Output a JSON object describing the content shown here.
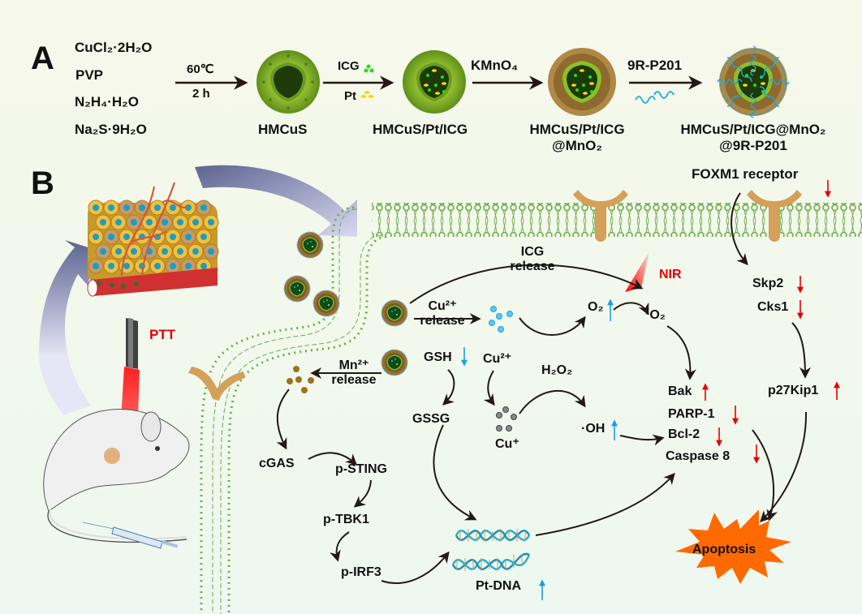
{
  "panels": {
    "a": "A",
    "b": "B"
  },
  "panel_a": {
    "reagents": [
      "CuCl₂·2H₂O",
      "PVP",
      "N₂H₄·H₂O",
      "Na₂S·9H₂O"
    ],
    "step1": {
      "top": "60℃",
      "bottom": "2 h"
    },
    "step2": {
      "top": "ICG",
      "bottom": "Pt"
    },
    "step3": {
      "top": "KMnO₄"
    },
    "step4": {
      "top": "9R-P201"
    },
    "products": [
      {
        "line1": "HMCuS",
        "line2": ""
      },
      {
        "line1": "HMCuS/Pt/ICG",
        "line2": ""
      },
      {
        "line1": "HMCuS/Pt/ICG",
        "line2": "@MnO₂"
      },
      {
        "line1": "HMCuS/Pt/ICG@MnO₂",
        "line2": "@9R-P201"
      }
    ]
  },
  "panel_b": {
    "ptt": "PTT",
    "foxm1": "FOXM1 receptor",
    "icg_release": {
      "line1": "ICG",
      "line2": "release"
    },
    "cu_release": {
      "line1": "Cu²⁺",
      "line2": "release"
    },
    "mn_release": {
      "line1": "Mn²⁺",
      "line2": "release"
    },
    "nir": "NIR",
    "o2": "O₂",
    "singlet_o2": "¹O₂",
    "gsh": "GSH",
    "gssg": "GSSG",
    "cu2": "Cu²⁺",
    "cu1": "Cu⁺",
    "h2o2": "H₂O₂",
    "oh": "·OH",
    "cgas": "cGAS",
    "psting": "p-STING",
    "ptbk1": "p-TBK1",
    "pirf3": "p-IRF3",
    "ptdna": "Pt-DNA",
    "skp2": "Skp2",
    "cks1": "Cks1",
    "p27": "p27Kip1",
    "bak": "Bak",
    "parp1": "PARP-1",
    "bcl2": "Bcl-2",
    "casp8": "Caspase 8",
    "apoptosis": "Apoptosis"
  },
  "colors": {
    "up_down_blue": "#1a9fe0",
    "up_down_red": "#e50000",
    "membrane": "#6aad4a",
    "receptor": "#d4a05a",
    "apoptosis": "#ff6a00",
    "arrow": "#231815"
  }
}
